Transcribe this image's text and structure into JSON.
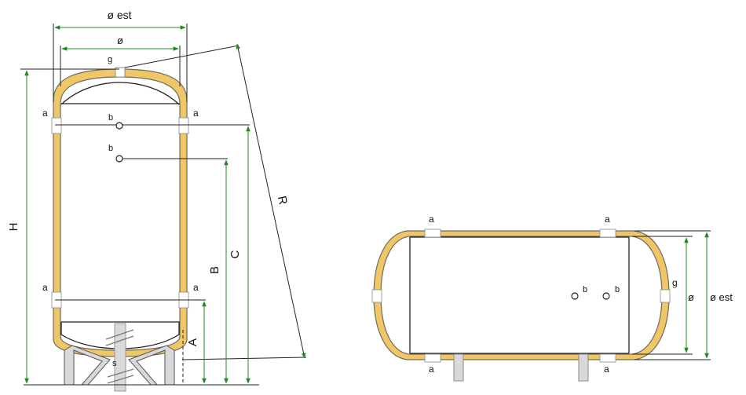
{
  "colors": {
    "insulation": "#efc766",
    "insulation_stroke": "#6e6a64",
    "shell": "#222222",
    "dimension": "#1f8a1f",
    "connection_fill": "#ffffff",
    "connection_stroke": "#8a8a8a"
  },
  "vertical_tank": {
    "labels": {
      "outer_diameter": "ø est",
      "inner_diameter": "ø",
      "top_connection": "g",
      "connection_a": "a",
      "connection_b": "b",
      "support": "s",
      "height_total": "H",
      "height_a": "A",
      "height_b": "B",
      "height_c": "C",
      "tilt_height": "R"
    }
  },
  "horizontal_tank": {
    "labels": {
      "connection_a": "a",
      "connection_b": "b",
      "connection_g": "g",
      "inner_diameter": "ø",
      "outer_diameter": "ø est"
    }
  }
}
